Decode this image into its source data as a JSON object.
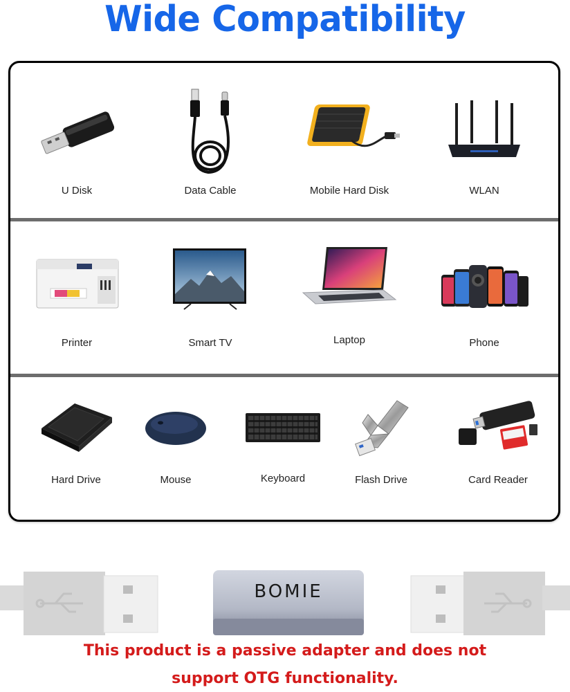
{
  "header": {
    "title": "Wide Compatibility"
  },
  "rows": [
    {
      "items": [
        {
          "label": "U Disk",
          "icon": "usb-stick-icon"
        },
        {
          "label": "Data Cable",
          "icon": "data-cable-icon"
        },
        {
          "label": "Mobile Hard Disk",
          "icon": "mobile-hard-disk-icon"
        },
        {
          "label": "WLAN",
          "icon": "router-icon"
        }
      ]
    },
    {
      "items": [
        {
          "label": "Printer",
          "icon": "printer-icon"
        },
        {
          "label": "Smart TV",
          "icon": "tv-icon"
        },
        {
          "label": "Laptop",
          "icon": "laptop-icon"
        },
        {
          "label": "Phone",
          "icon": "phone-icon"
        }
      ]
    },
    {
      "items": [
        {
          "label": "Hard Drive",
          "icon": "hard-drive-icon"
        },
        {
          "label": "Mouse",
          "icon": "mouse-icon"
        },
        {
          "label": "Keyboard",
          "icon": "keyboard-icon"
        },
        {
          "label": "Flash Drive",
          "icon": "flash-drive-icon"
        },
        {
          "label": "Card Reader",
          "icon": "card-reader-icon"
        }
      ]
    }
  ],
  "adapter": {
    "brand": "BOMIE"
  },
  "notice": {
    "line1": "This product is a passive adapter and does not",
    "line2": "support OTG functionality."
  },
  "colors": {
    "title": "#1666e8",
    "notice": "#d41b1b",
    "divider": "#6d6d6d"
  }
}
